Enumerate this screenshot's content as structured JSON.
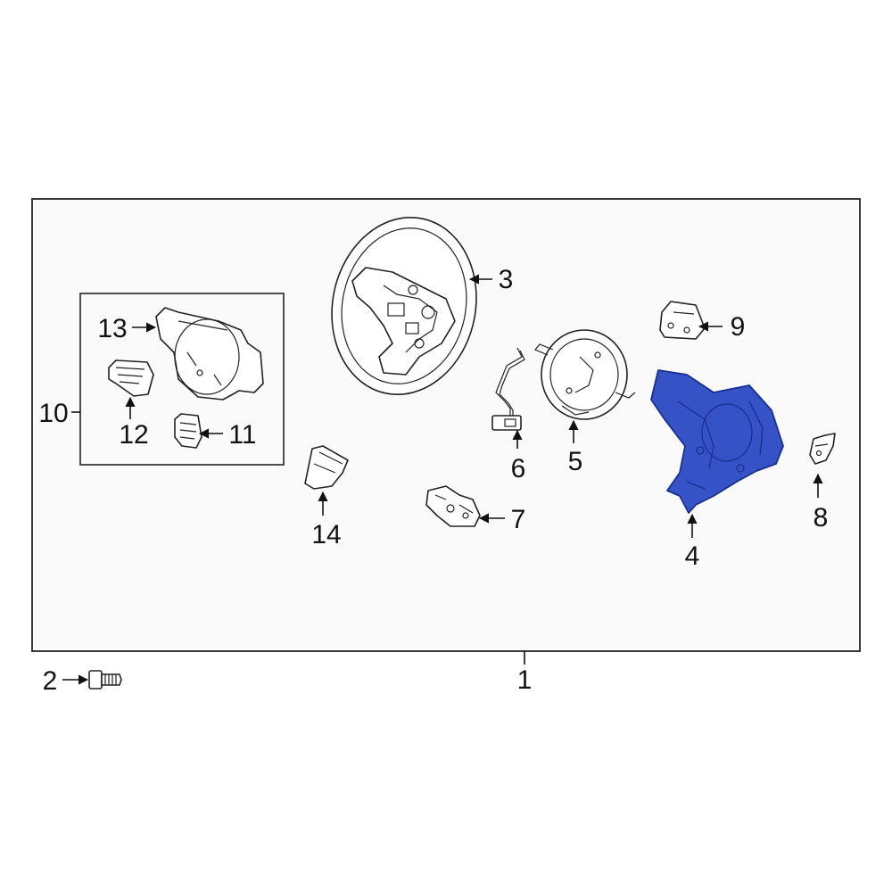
{
  "colors": {
    "panel_fill": "#fafafa",
    "outline": "#222222",
    "highlight_part": "#3552c7",
    "highlight_stroke": "#1a2f8f"
  },
  "callouts": {
    "c1": "1",
    "c2": "2",
    "c3": "3",
    "c4": "4",
    "c5": "5",
    "c6": "6",
    "c7": "7",
    "c8": "8",
    "c9": "9",
    "c10": "10",
    "c11": "11",
    "c12": "12",
    "c13": "13",
    "c14": "14"
  },
  "highlighted_part": "4"
}
